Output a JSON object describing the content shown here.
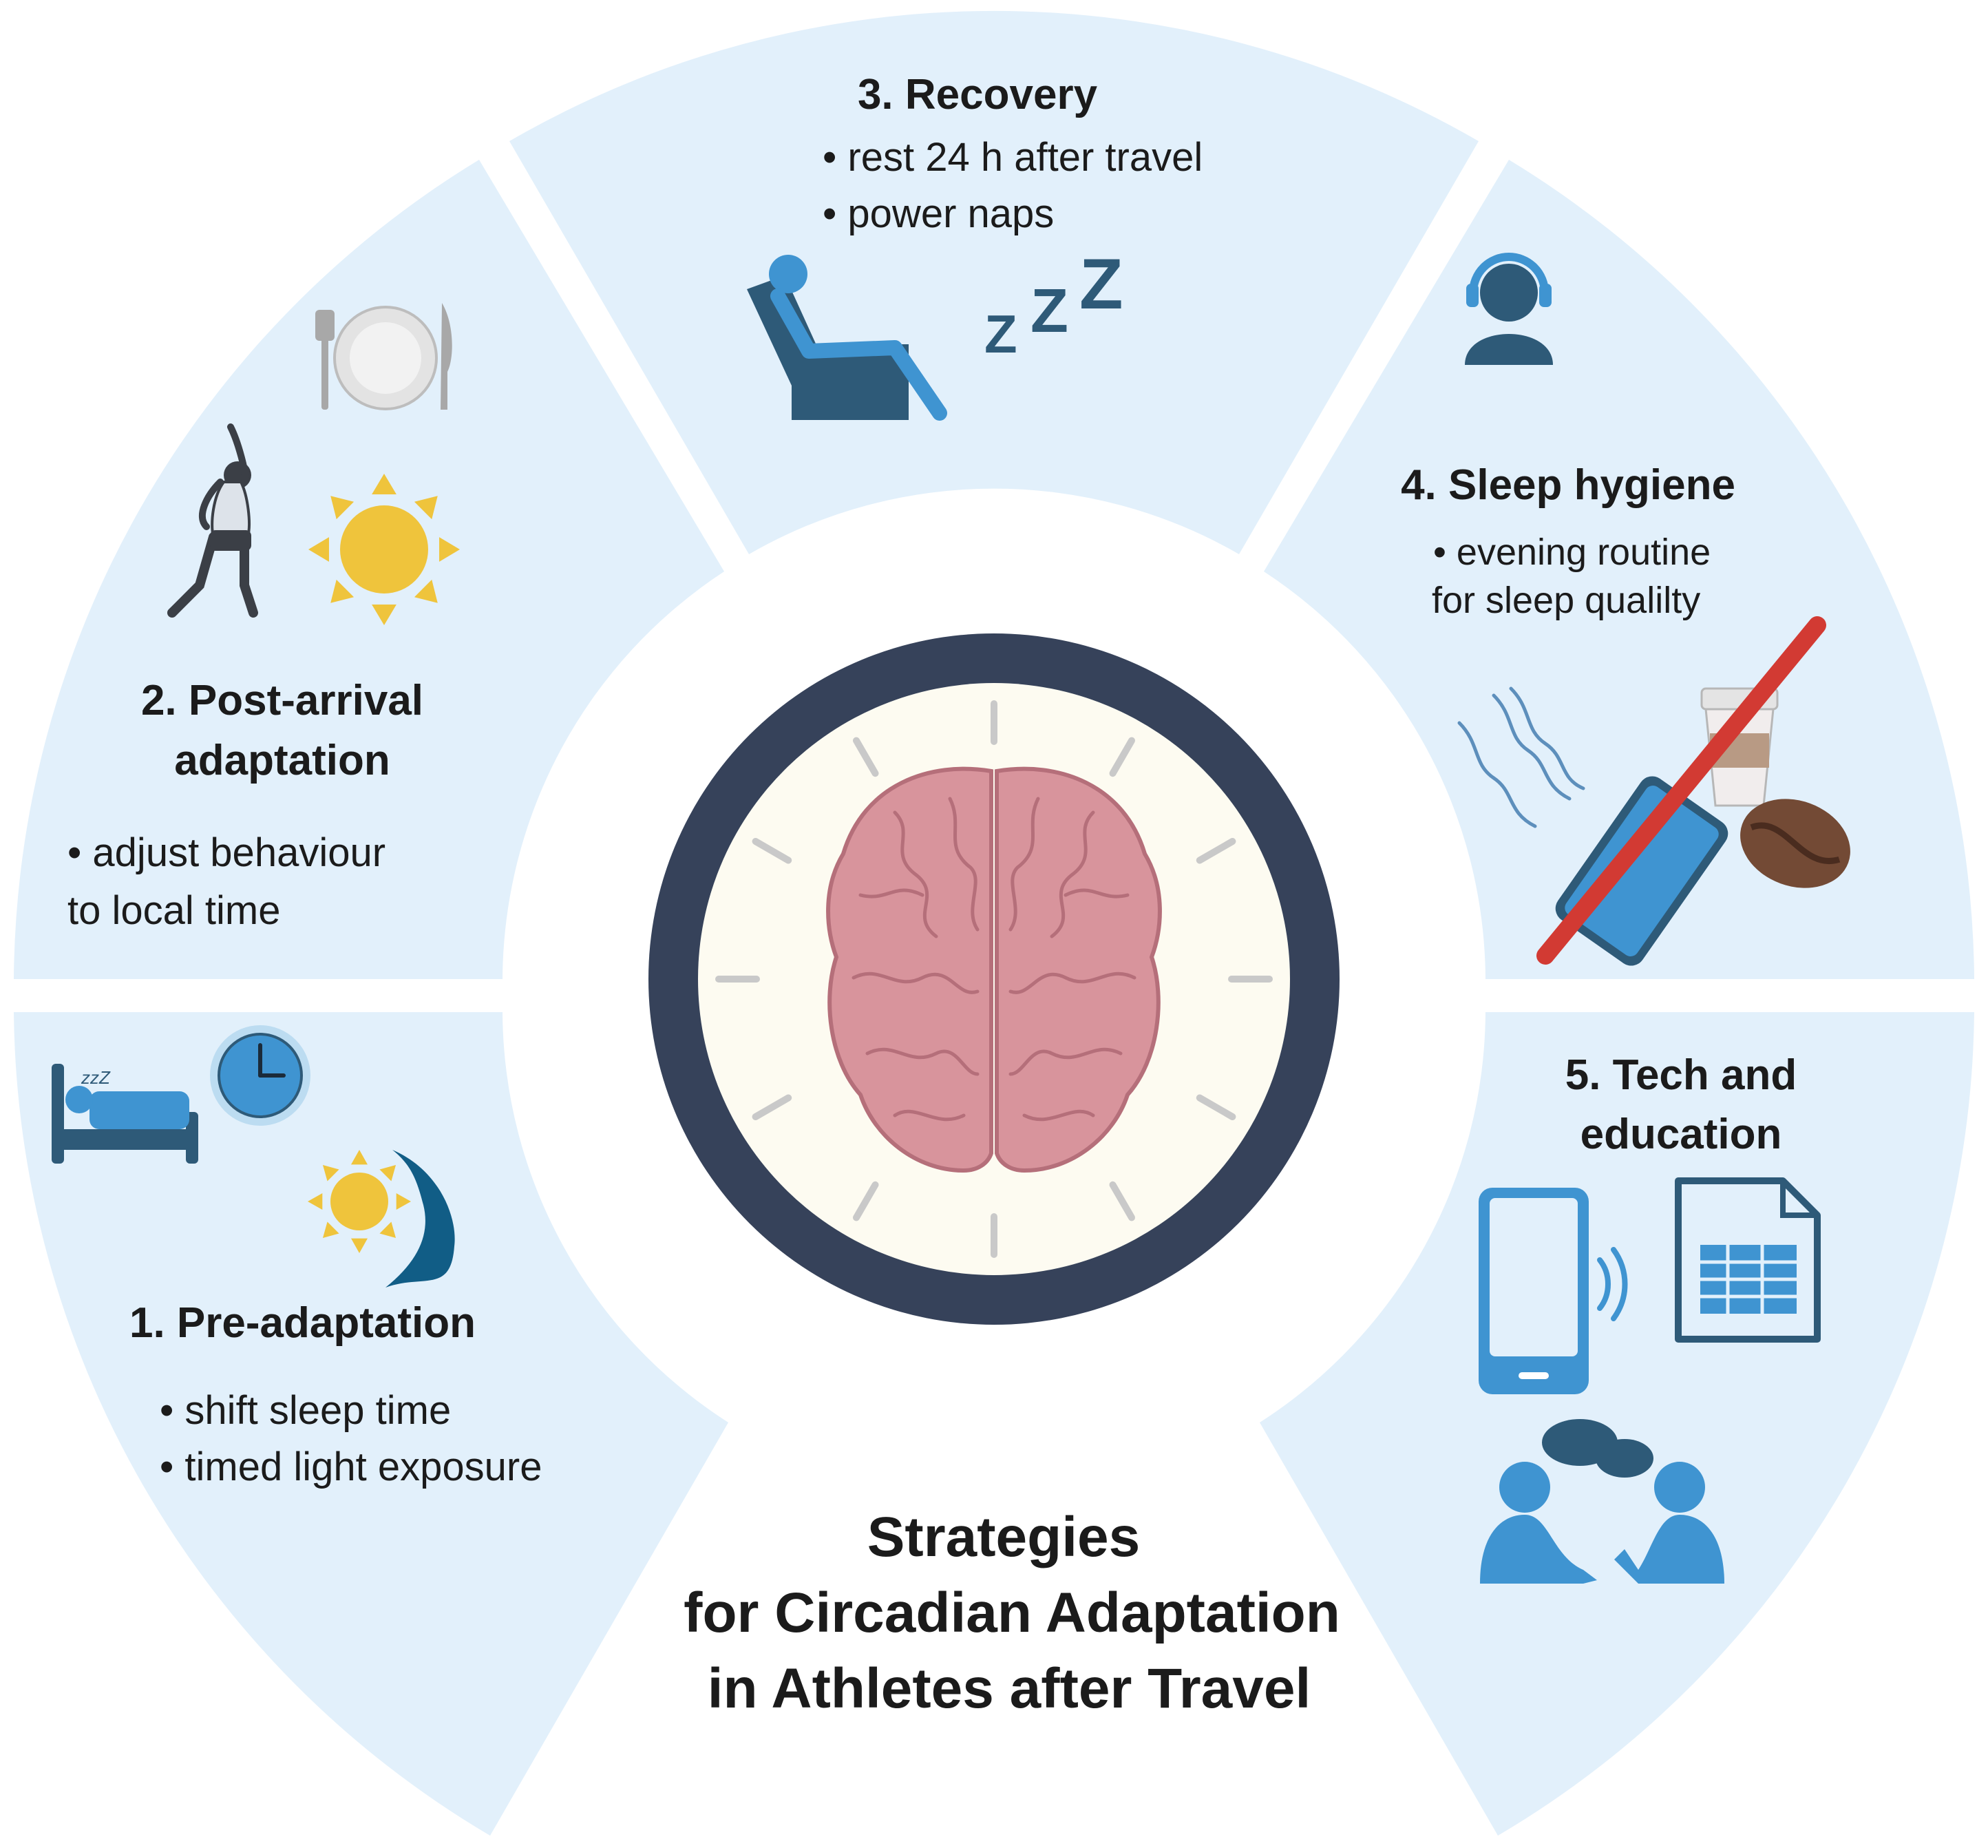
{
  "title_lines": [
    "Strategies",
    "for Circadian Adaptation",
    "in Athletes after Travel"
  ],
  "segments": [
    {
      "id": "pre",
      "title_lines": [
        "1.  Pre-adaptation"
      ],
      "bullets": [
        "• shift sleep time",
        "• timed light exposure"
      ]
    },
    {
      "id": "post",
      "title_lines": [
        "2. Post-arrival",
        "adaptation"
      ],
      "bullets": [
        "• adjust behaviour",
        "to local time"
      ]
    },
    {
      "id": "recovery",
      "title_lines": [
        "3. Recovery"
      ],
      "bullets": [
        "• rest 24 h after travel",
        "• power naps"
      ]
    },
    {
      "id": "hygiene",
      "title_lines": [
        "4. Sleep hygiene"
      ],
      "bullets": [
        "• evening routine",
        "for sleep qualilty"
      ]
    },
    {
      "id": "tech",
      "title_lines": [
        "5. Tech and",
        "education"
      ],
      "bullets": []
    }
  ],
  "icons": {
    "sleep_zzz": "zzZ",
    "recovery_zzz": [
      "Z",
      "Z",
      "Z"
    ]
  },
  "colors": {
    "segment_fill": "#e2f0fb",
    "clock_ring": "#36425a",
    "clock_face": "#fdfbf1",
    "tick": "#c9c9c9",
    "brain": "#d8949c",
    "brain_dark": "#b56f7a",
    "blue": "#3f94d1",
    "navy": "#2e5a78",
    "sun": "#efc43c",
    "red": "#d23a33"
  }
}
